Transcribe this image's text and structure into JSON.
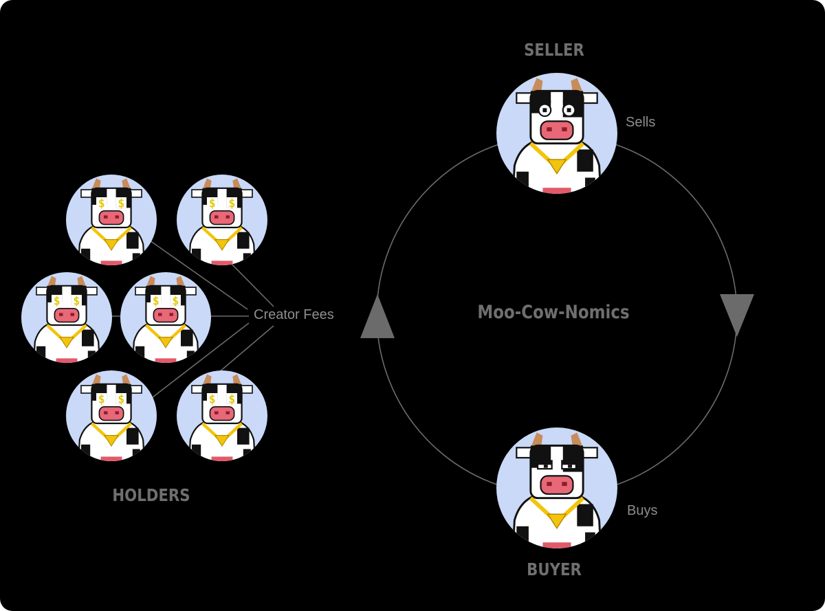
{
  "diagram": {
    "title": "Moo-Cow-Nomics",
    "roles": {
      "seller": "SELLER",
      "buyer": "BUYER",
      "holders": "HOLDERS"
    },
    "edge_labels": {
      "sells": "Sells",
      "buys": "Buys",
      "creator_fees": "Creator Fees"
    },
    "avatar_count": {
      "holders": 6,
      "seller": 1,
      "buyer": 1
    },
    "avatar_expressions": {
      "seller": "shocked",
      "buyer": "sleepy",
      "holders": "dollar-eyes"
    },
    "colors": {
      "background": "#000000",
      "avatar_bg": "#c9d9f7",
      "text": "#6f6f6f",
      "lines": "#6b6b6b",
      "arrow": "#6b6b6b"
    }
  }
}
